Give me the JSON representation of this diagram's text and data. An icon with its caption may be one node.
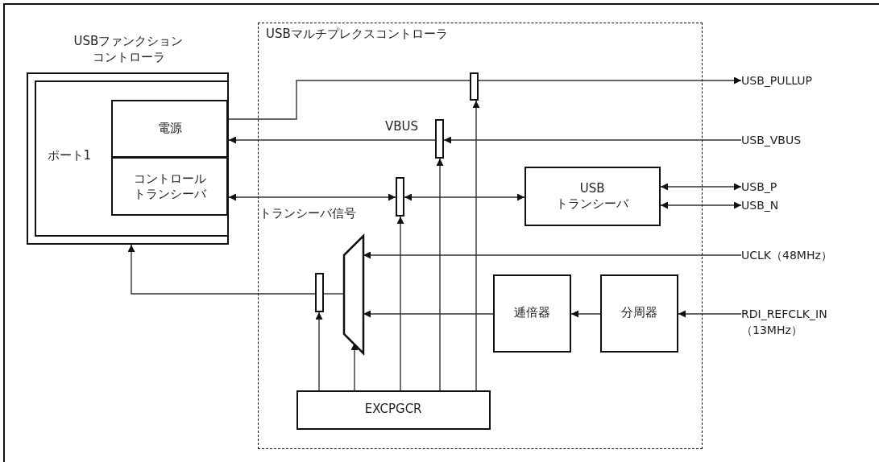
{
  "diagram": {
    "nodes": [
      {
        "text": [
          "USBファンクションコントローラ"
        ]
      },
      {
        "text": [
          "ポート1"
        ],
        "in": 0
      },
      {
        "text": [
          "電源"
        ],
        "in": 1
      },
      {
        "text": [
          "コントロールトランシーバ"
        ],
        "in": 1
      },
      {
        "text": [
          "USBマルチプレクスコントローラ"
        ]
      },
      {
        "text": [],
        "shape": "bar",
        "in": 4
      },
      {
        "text": [],
        "shape": "bar",
        "in": 4
      },
      {
        "text": [],
        "shape": "bar",
        "in": 4
      },
      {
        "text": [
          "USB トランシーバ"
        ],
        "in": 4
      },
      {
        "text": [],
        "shape": "trapezoid",
        "in": 4
      },
      {
        "text": [],
        "shape": "bar",
        "in": 4
      },
      {
        "text": [
          "逓倍器"
        ],
        "in": 4
      },
      {
        "text": [
          "分周器"
        ],
        "in": 4
      },
      {
        "text": [
          "EXCPGCR"
        ],
        "in": 4
      },
      {
        "text": [
          "USB_PULLUP"
        ]
      },
      {
        "text": [
          "USB_VBUS"
        ]
      },
      {
        "text": [
          "USB_P"
        ]
      },
      {
        "text": [
          "USB_N"
        ]
      },
      {
        "text": [
          "UCLK（48MHz）"
        ]
      },
      {
        "text": [
          "RDI_REFCLK_IN （13MHz）"
        ]
      }
    ],
    "edges": [
      {
        "from": 2,
        "to": 5,
        "arrow": "none"
      },
      {
        "from": 5,
        "to": 14,
        "arrow": "to"
      },
      {
        "from": 13,
        "to": 5,
        "arrow": "to"
      },
      {
        "from": 15,
        "to": 6,
        "arrow": "to"
      },
      {
        "from": 6,
        "to": 2,
        "arrow": "to",
        "label": "VBUS"
      },
      {
        "from": 13,
        "to": 6,
        "arrow": "to"
      },
      {
        "from": 7,
        "to": 3,
        "arrow": "both",
        "label": "トランシーバ信号"
      },
      {
        "from": 7,
        "to": 8,
        "arrow": "both"
      },
      {
        "from": 13,
        "to": 7,
        "arrow": "to"
      },
      {
        "from": 8,
        "to": 16,
        "arrow": "both"
      },
      {
        "from": 8,
        "to": 17,
        "arrow": "both"
      },
      {
        "from": 18,
        "to": 9,
        "arrow": "to"
      },
      {
        "from": 11,
        "to": 9,
        "arrow": "to"
      },
      {
        "from": 12,
        "to": 11,
        "arrow": "to"
      },
      {
        "from": 19,
        "to": 12,
        "arrow": "to"
      },
      {
        "from": 9,
        "to": 10,
        "arrow": "none"
      },
      {
        "from": 10,
        "to": 0,
        "arrow": "to"
      },
      {
        "from": 13,
        "to": 10,
        "arrow": "to"
      },
      {
        "from": 13,
        "to": 9,
        "arrow": "to"
      }
    ]
  }
}
